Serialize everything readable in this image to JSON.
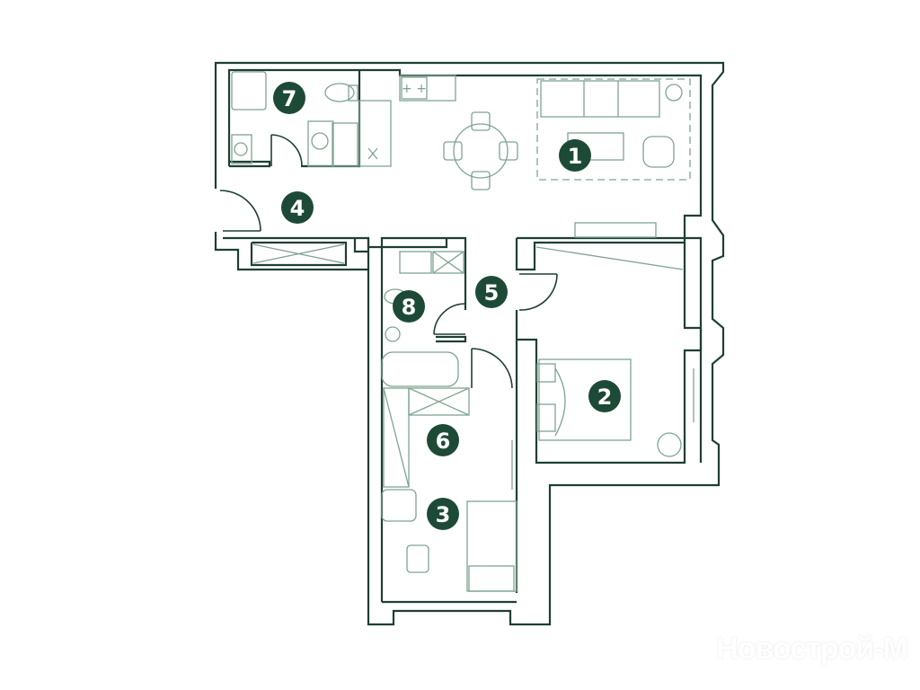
{
  "plan": {
    "rooms": [
      {
        "id": "1",
        "label": "1"
      },
      {
        "id": "2",
        "label": "2"
      },
      {
        "id": "3",
        "label": "3"
      },
      {
        "id": "4",
        "label": "4"
      },
      {
        "id": "5",
        "label": "5"
      },
      {
        "id": "6",
        "label": "6"
      },
      {
        "id": "7",
        "label": "7"
      },
      {
        "id": "8",
        "label": "8"
      }
    ],
    "colors": {
      "wall": "#1f3f33",
      "furniture": "#7fa391",
      "marker": "#1d4a37"
    }
  },
  "watermark": "Новострой-М"
}
